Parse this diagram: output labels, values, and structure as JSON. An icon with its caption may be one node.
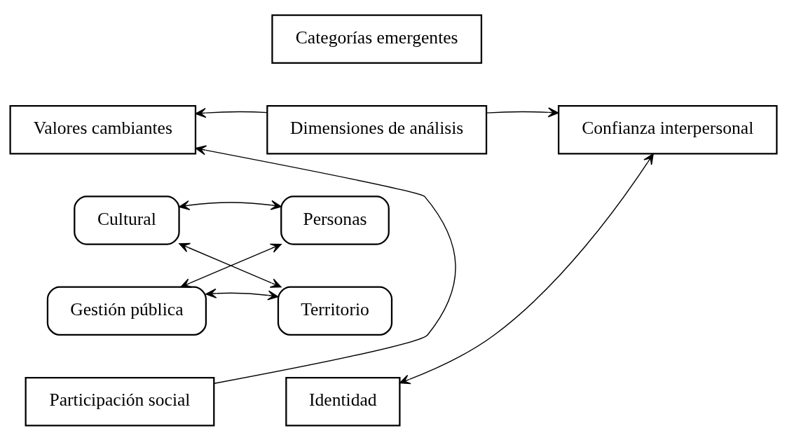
{
  "diagram": {
    "nodes": [
      {
        "text": [
          "Categorías emergentes"
        ]
      },
      {
        "text": [
          "Valores cambiantes"
        ]
      },
      {
        "text": [
          "Dimensiones de análisis"
        ]
      },
      {
        "text": [
          "Confianza interpersonal"
        ]
      },
      {
        "text": [
          "Cultural"
        ]
      },
      {
        "text": [
          "Personas"
        ]
      },
      {
        "text": [
          "Gestión pública"
        ]
      },
      {
        "text": [
          "Territorio"
        ]
      },
      {
        "text": [
          "Participación social"
        ]
      },
      {
        "text": [
          "Identidad"
        ]
      }
    ],
    "edges": [
      {
        "from": 2,
        "to": 1,
        "arrow": "to"
      },
      {
        "from": 2,
        "to": 3,
        "arrow": "to"
      },
      {
        "from": 8,
        "to": 1,
        "arrow": "to"
      },
      {
        "from": 4,
        "to": 5,
        "arrow": "both"
      },
      {
        "from": 4,
        "to": 7,
        "arrow": "both"
      },
      {
        "from": 6,
        "to": 5,
        "arrow": "both"
      },
      {
        "from": 6,
        "to": 7,
        "arrow": "both"
      },
      {
        "from": 3,
        "to": 9,
        "arrow": "both"
      }
    ]
  }
}
